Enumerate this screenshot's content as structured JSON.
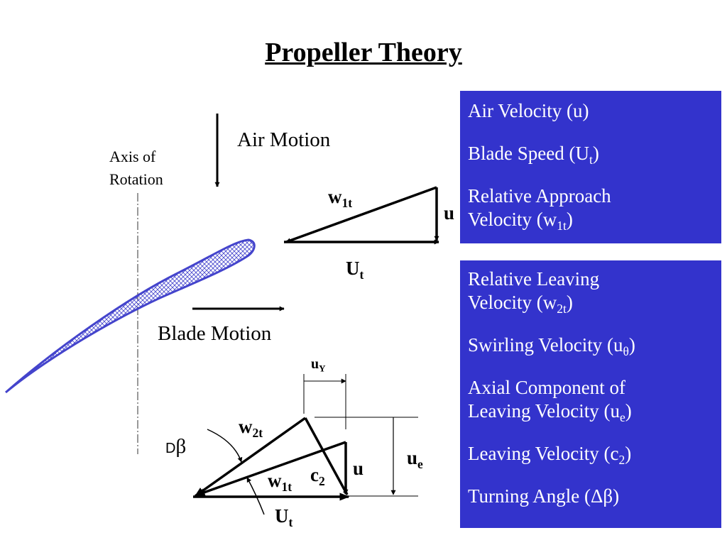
{
  "title": "Propeller Theory",
  "colors": {
    "box": "#3333cc",
    "airfoil_outline": "#4444cc",
    "box_text": "#ffffff"
  },
  "labels": {
    "air_motion": "Air Motion",
    "axis_of": "Axis of",
    "rotation": "Rotation",
    "blade_motion": "Blade Motion",
    "w_base": "w",
    "w1t_sub": "1t",
    "w2t_sub": "2t",
    "u": "u",
    "U_base": "U",
    "t_sub": "t",
    "uY_base": "u",
    "uY_sub": "Y",
    "ue_base": "u",
    "ue_sub": "e",
    "c_base": "c",
    "c2_sub": "2",
    "delta_prefix": "D",
    "beta": "β"
  },
  "box1": {
    "air_velocity": "Air Velocity (u)",
    "blade_speed_a": "Blade Speed (U",
    "blade_speed_sub": "t",
    "blade_speed_b": ")",
    "rel_approach_line1": "Relative Approach",
    "rel_approach_a": "Velocity (w",
    "rel_approach_sub": "1t",
    "rel_approach_b": ")"
  },
  "box2": {
    "rel_leaving_line1": "Relative Leaving",
    "rel_leaving_a": "Velocity (w",
    "rel_leaving_sub": "2t",
    "rel_leaving_b": ")",
    "swirl_a": "Swirling Velocity (u",
    "swirl_sub": "θ",
    "swirl_b": ")",
    "axial_line1": "Axial Component of",
    "axial_a": "Leaving Velocity (u",
    "axial_sub": "e",
    "axial_b": ")",
    "leaving_a": "Leaving Velocity (c",
    "leaving_sub": "2",
    "leaving_b": ")",
    "turning": "Turning Angle (Δβ)"
  }
}
